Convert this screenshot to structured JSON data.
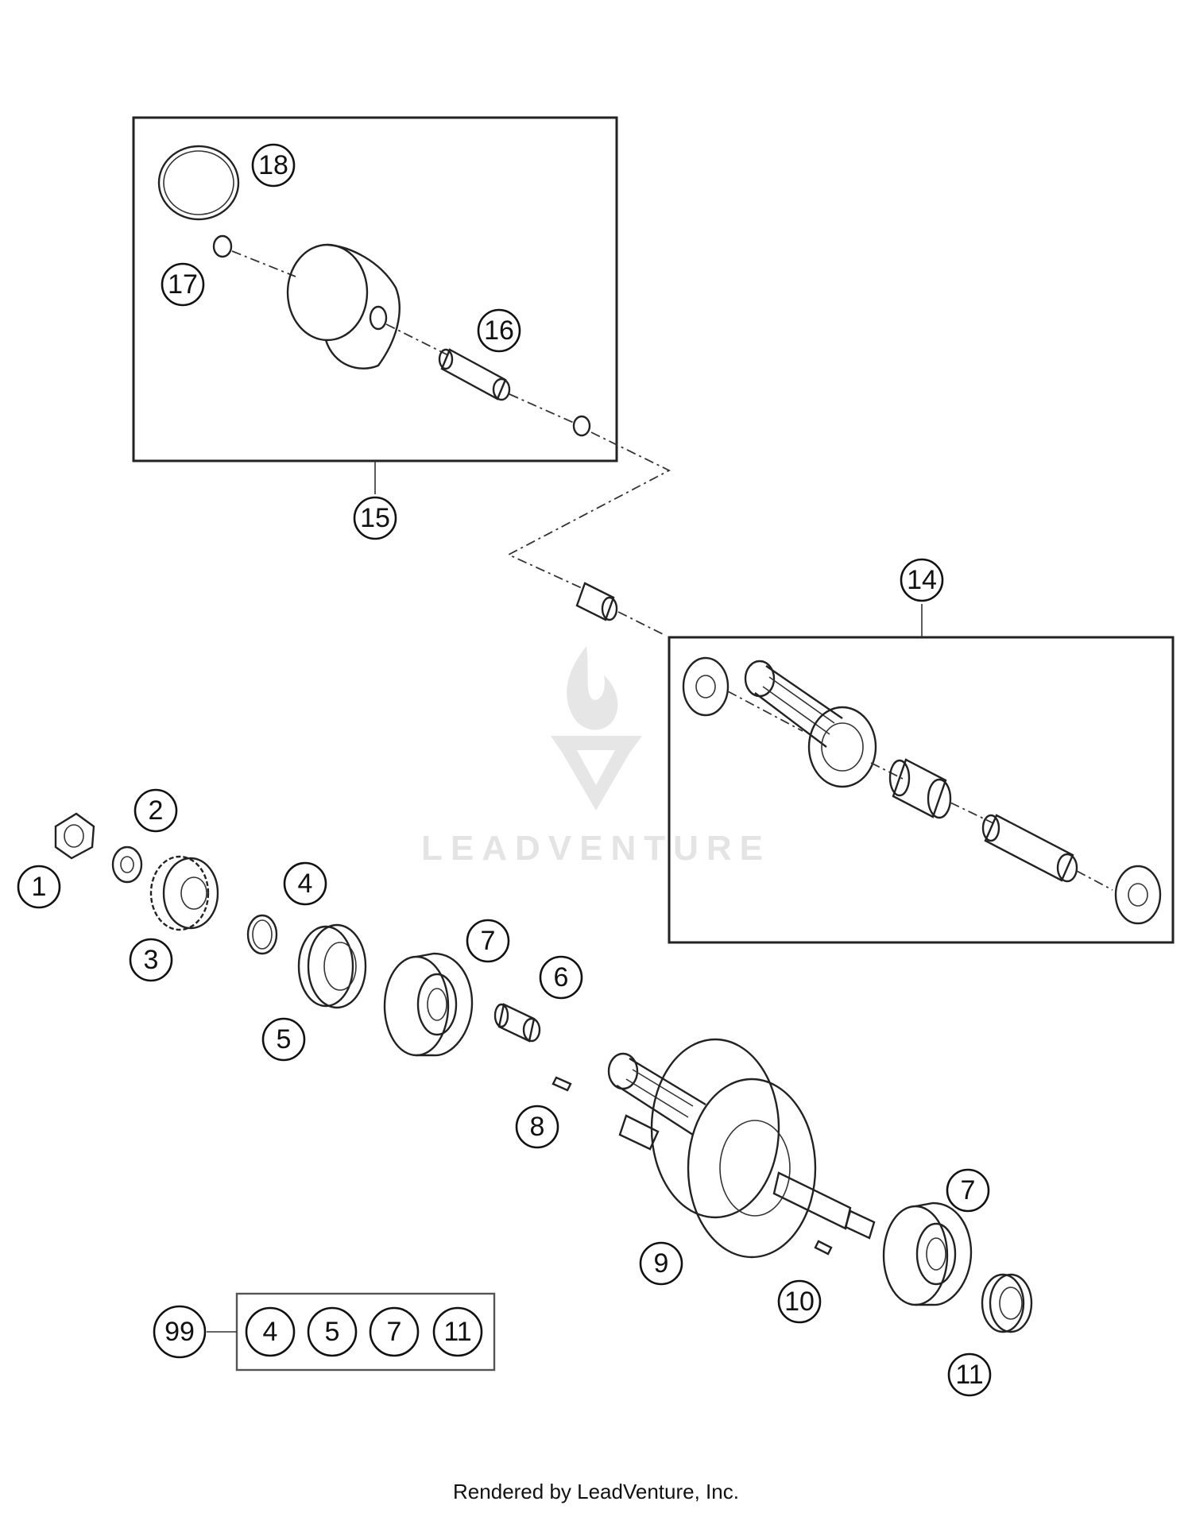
{
  "watermark": "LEADVENTURE",
  "credit": "Rendered by LeadVenture, Inc.",
  "callouts": [
    "1",
    "2",
    "3",
    "4",
    "5",
    "6",
    "7",
    "7",
    "8",
    "9",
    "10",
    "11",
    "11",
    "14",
    "15",
    "16",
    "17",
    "18",
    "99"
  ],
  "kit": {
    "label": "99",
    "items": [
      "4",
      "5",
      "7",
      "11"
    ]
  }
}
